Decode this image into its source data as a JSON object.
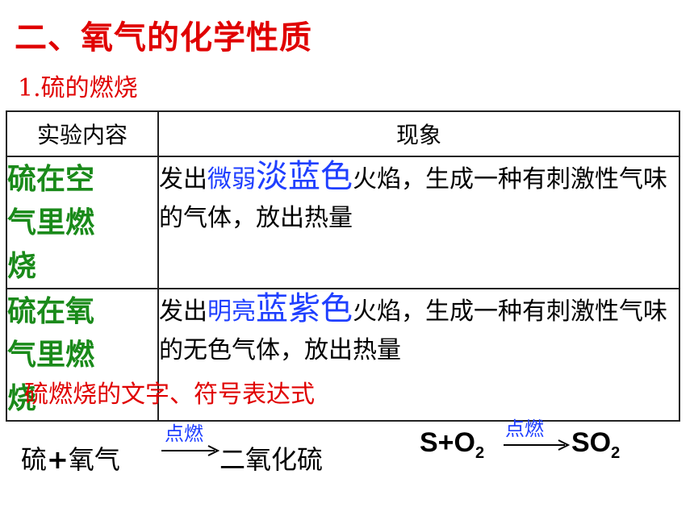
{
  "title": "二、氧气的化学性质",
  "subtitle": "1.硫的燃烧",
  "table": {
    "header_left": "实验内容",
    "header_right": "现象",
    "rows": [
      {
        "condition": [
          "硫在空",
          "气里燃",
          "烧"
        ],
        "obs_pre": "发出",
        "obs_small_blue": "微弱",
        "obs_large_blue": "淡蓝色",
        "obs_post": "火焰，生成一种有刺激性气味的气体，放出热量"
      },
      {
        "condition": [
          "硫在氧",
          "气里燃",
          "烧"
        ],
        "obs_pre": "发出",
        "obs_small_blue": "明亮",
        "obs_large_blue": "蓝紫色",
        "obs_post": "火焰，生成一种有刺激性气味的无色气体，放出热量"
      }
    ]
  },
  "overlay_text": "硫燃烧的文字、符号表达式",
  "word_equation": {
    "r1": "硫",
    "plus": "+",
    "r2": "氧气",
    "condition": "点燃",
    "product": "二氧化硫"
  },
  "symbol_equation": {
    "reactants": "S+O",
    "reactant_sub": "2",
    "condition": "点燃",
    "product": "SO",
    "product_sub": "2"
  }
}
